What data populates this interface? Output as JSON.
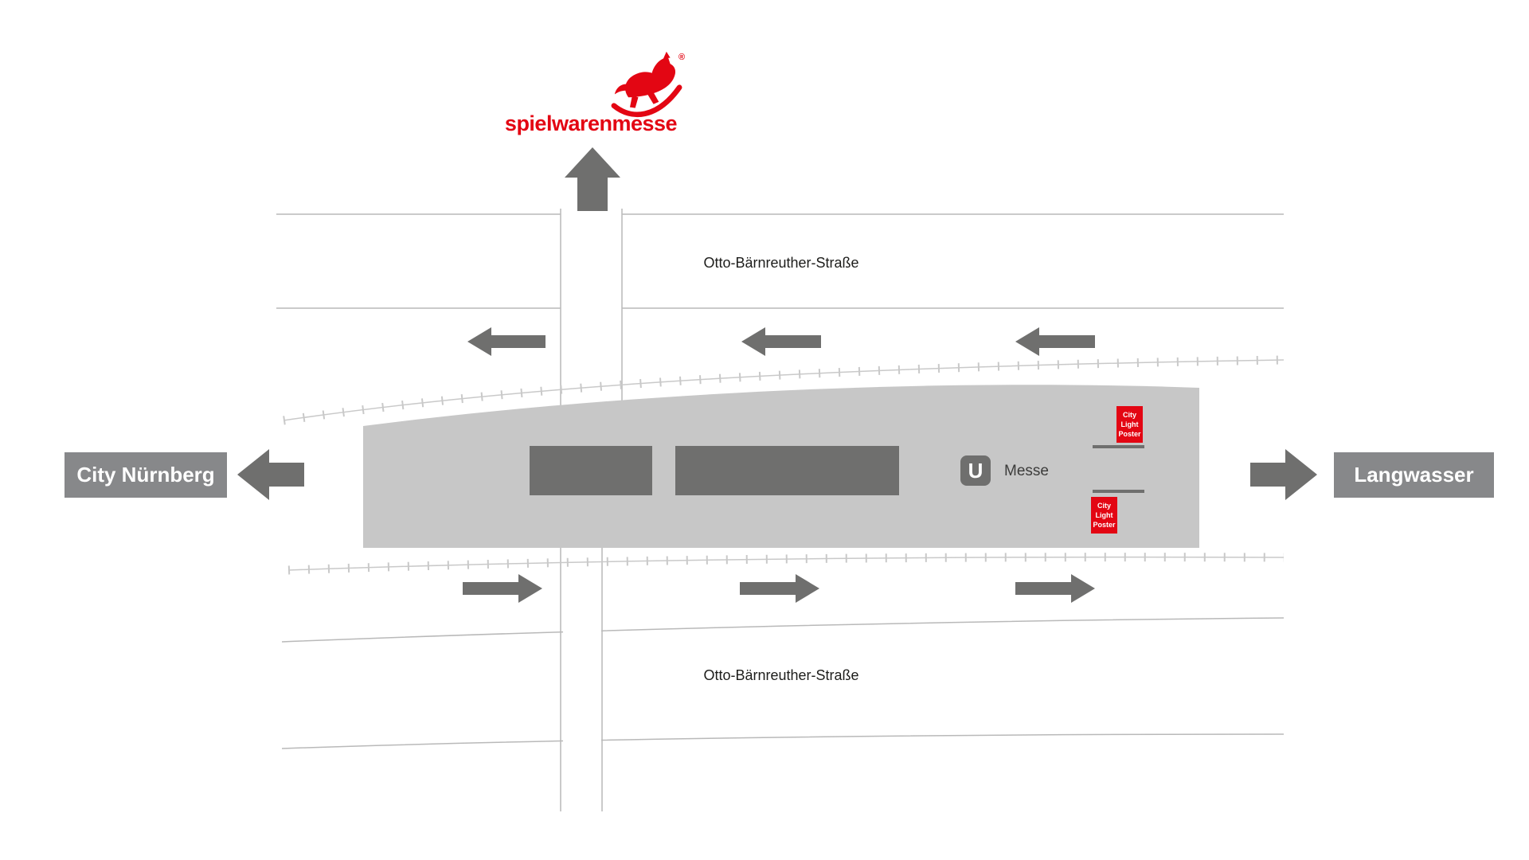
{
  "logo": {
    "brand": "spielwarenmesse",
    "registered": "®",
    "icon": "rocking-horse-icon",
    "color": "#e30613"
  },
  "streets": {
    "top": "Otto-Bärnreuther-Straße",
    "bottom": "Otto-Bärnreuther-Straße"
  },
  "destinations": {
    "left": "City Nürnberg",
    "right": "Langwasser"
  },
  "station": {
    "u_symbol": "U",
    "name": "Messe"
  },
  "posters": {
    "top": [
      "City",
      "Light",
      "Poster"
    ],
    "bottom": [
      "City",
      "Light",
      "Poster"
    ]
  },
  "colors": {
    "accent_red": "#e30613",
    "arrow_gray": "#6f6f6e",
    "platform_gray": "#c7c7c7",
    "destination_box_gray": "#87888a",
    "road_line_gray": "#b9b9b9",
    "track_gray": "#c9c9c9",
    "text_dark": "#1d1d1b"
  }
}
